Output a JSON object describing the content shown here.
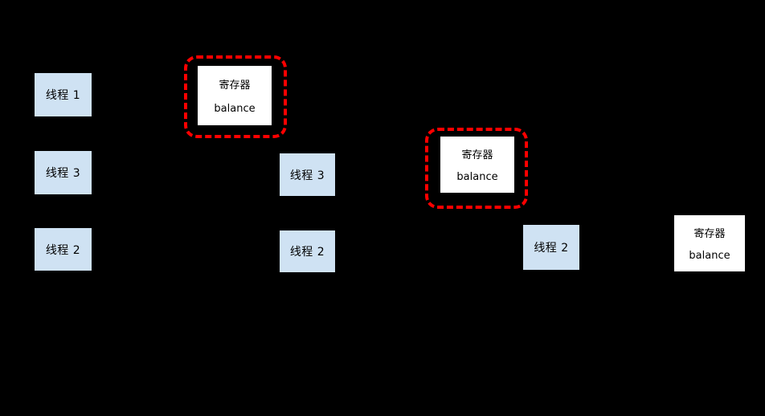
{
  "diagram": {
    "background": "#000000",
    "colors": {
      "thread_fill": "#cfe2f3",
      "register_fill": "#ffffff",
      "highlight_border": "#ff0000",
      "text": "#000000"
    },
    "stages": [
      {
        "threads": [
          {
            "label": "线程 1"
          },
          {
            "label": "线程 3"
          },
          {
            "label": "线程 2"
          }
        ],
        "register": {
          "name": "寄存器",
          "variable": "balance",
          "highlighted": true
        }
      },
      {
        "threads": [
          {
            "label": "线程 3"
          },
          {
            "label": "线程 2"
          }
        ],
        "register": {
          "name": "寄存器",
          "variable": "balance",
          "highlighted": true
        }
      },
      {
        "threads": [
          {
            "label": "线程 2"
          }
        ],
        "register": {
          "name": "寄存器",
          "variable": "balance",
          "highlighted": false
        }
      }
    ]
  }
}
